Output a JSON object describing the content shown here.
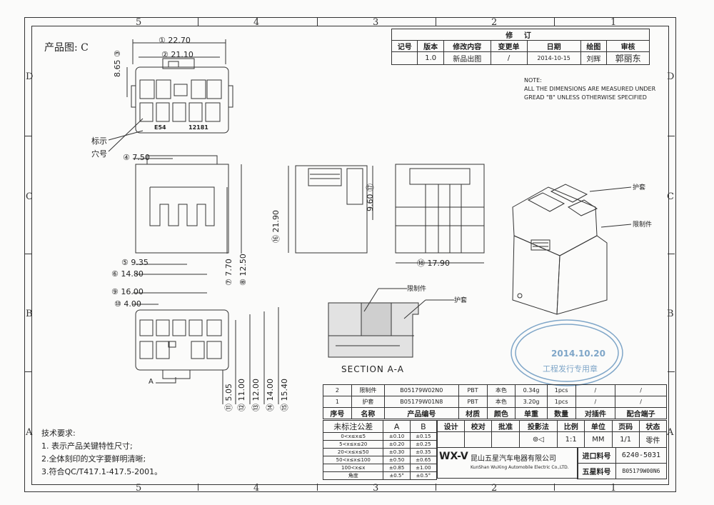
{
  "drawing": {
    "product_label": "产品图: C",
    "callouts": {
      "marking": "标示",
      "cavity": "穴号"
    },
    "section_label": "SECTION A-A",
    "section_parts": {
      "retainer": "限制件",
      "housing": "护套"
    },
    "iso_parts": {
      "housing": "护套",
      "retainer": "限制件"
    },
    "section_marker": "A",
    "housing_marks": {
      "code": "E54",
      "part": "12181"
    }
  },
  "zones": {
    "columns": [
      "5",
      "4",
      "3",
      "2",
      "1"
    ],
    "rows": [
      "D",
      "C",
      "B",
      "A"
    ]
  },
  "dimensions": {
    "d1": "① 22.70",
    "d2": "② 21.10",
    "d3": "8.65 ③",
    "d4": "④ 7.50",
    "d5": "⑤ 9.35",
    "d6": "⑥ 14.80",
    "d7": "⑦ 7.70",
    "d8": "⑧ 12.50",
    "d9": "⑨ 16.00",
    "d10": "⑩ 4.00",
    "d11": "⑪ 5.05",
    "d12": "⑫ 11.00",
    "d13": "⑬ 12.00",
    "d14": "⑭ 14.00",
    "d15": "⑮ 15.40",
    "d16": "⑯ 21.90",
    "d17": "9.60 ⑰",
    "d18": "⑱ 17.90"
  },
  "revision": {
    "title": "修 订",
    "headers": [
      "记号",
      "版本",
      "修改内容",
      "变更单",
      "日期",
      "绘图",
      "审核"
    ],
    "row": [
      "",
      "1.0",
      "新品出图",
      "/",
      "2014-10-15",
      "刘辉",
      "郭丽东"
    ]
  },
  "note": {
    "title": "NOTE:",
    "line1": "ALL THE DIMENSIONS ARE MEASURED UNDER",
    "line2": "GREAD \"B\" UNLESS OTHERWISE SPECIFIED"
  },
  "stamp": {
    "date": "2014.10.20",
    "text": "工程发行专用章"
  },
  "bom": {
    "headers": [
      "序号",
      "名称",
      "产品编号",
      "材质",
      "颜色",
      "单重",
      "数量",
      "对插件",
      "配合端子"
    ],
    "rows": [
      [
        "2",
        "限制件",
        "B05179W02N0",
        "PBT",
        "本色",
        "0.34g",
        "1pcs",
        "/",
        "/"
      ],
      [
        "1",
        "护套",
        "B05179W01N8",
        "PBT",
        "本色",
        "3.20g",
        "1pcs",
        "/",
        "/"
      ]
    ]
  },
  "tolerance": {
    "title": "未标注公差",
    "cols": [
      "A",
      "B"
    ],
    "rows": [
      [
        "0<x≤x≤5",
        "±0.10",
        "±0.15"
      ],
      [
        "5<x≤x≤20",
        "±0.20",
        "±0.25"
      ],
      [
        "20<x≤x≤50",
        "±0.30",
        "±0.35"
      ],
      [
        "50<x≤x≤100",
        "±0.50",
        "±0.65"
      ],
      [
        "100<x≤x",
        "±0.85",
        "±1.00"
      ],
      [
        "角度",
        "±0.5°",
        "±0.5°"
      ]
    ]
  },
  "title_block": {
    "labels": [
      "设计",
      "校对",
      "批准",
      "投影法",
      "比例",
      "单位",
      "页码",
      "状态"
    ],
    "values": [
      "",
      "",
      "",
      "",
      "1:1",
      "MM",
      "1/1",
      "零件"
    ],
    "logo": "WX-V",
    "company_cn": "昆山五星汽车电器有限公司",
    "company_en": "KunShan WuXing Automobile Electric Co.,LTD.",
    "import_label": "进口料号",
    "import_value": "6240-5031",
    "wuxing_label": "五星料号",
    "wuxing_value": "B05179W00N6"
  },
  "tech_req": {
    "title": "技术要求:",
    "line1": "1.  表示产品关键特性尺寸;",
    "line2": "2.全体刻印的文字要鲜明清晰;",
    "line3": "3.符合QC/T417.1-417.5-2001。"
  },
  "colors": {
    "ink": "#333333",
    "stamp": "#7fa6c8"
  }
}
